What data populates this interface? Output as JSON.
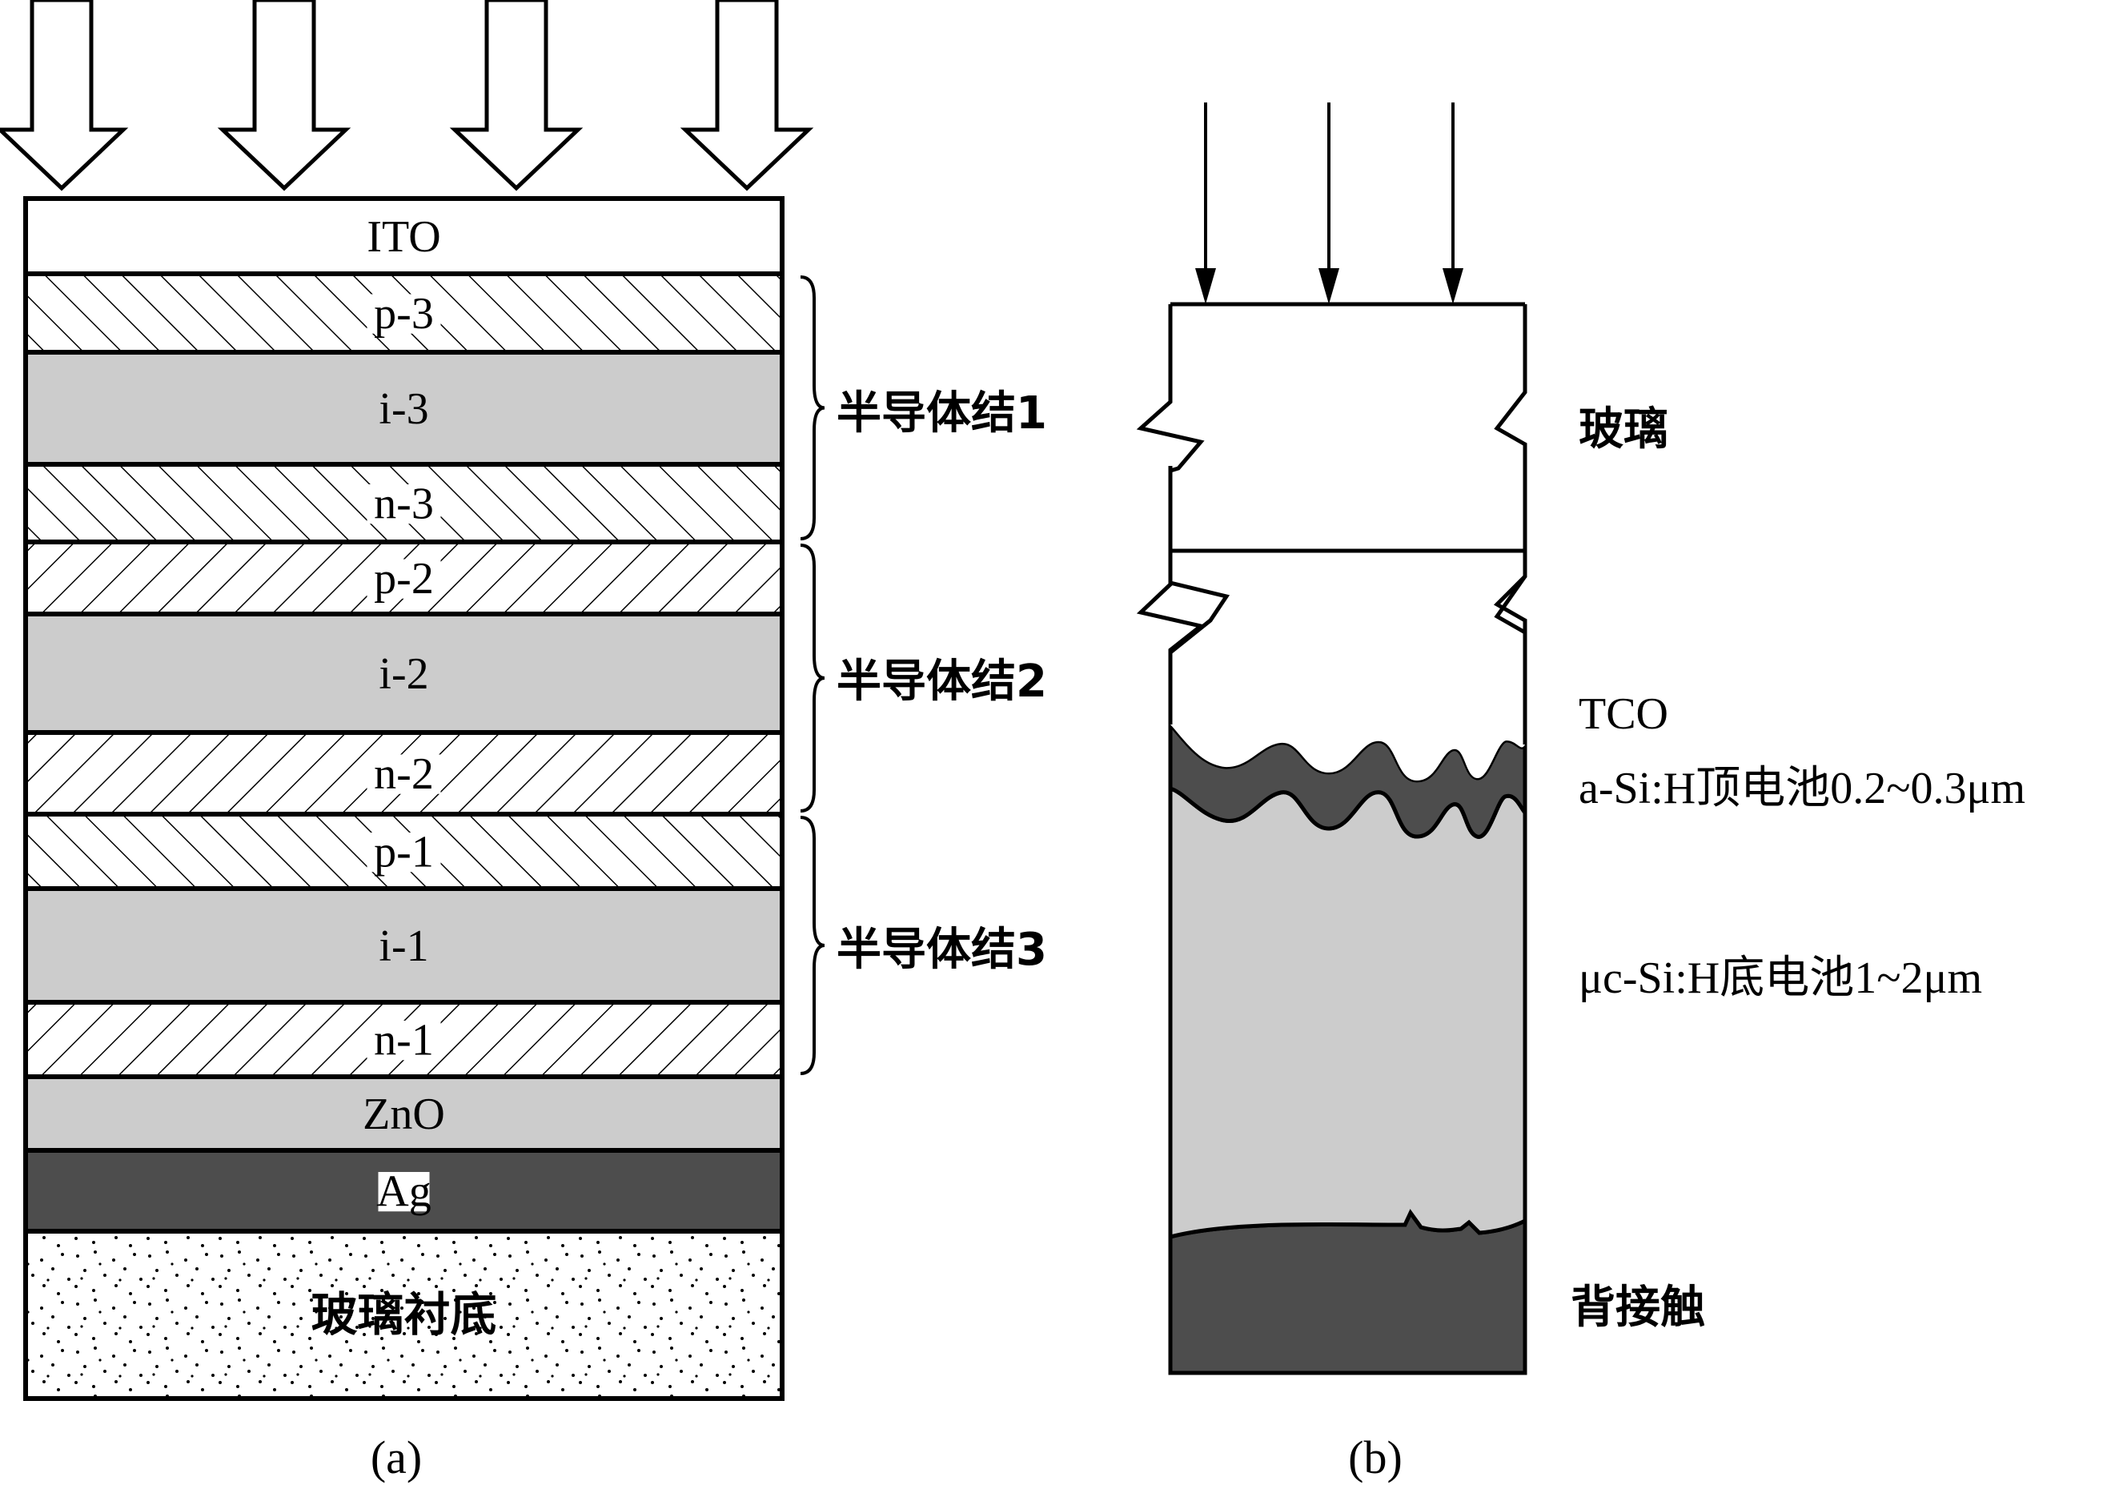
{
  "panel_a": {
    "caption": "(a)",
    "layers": [
      {
        "label": "ITO",
        "fill": "plain"
      },
      {
        "label": "p-3",
        "fill": "hatch"
      },
      {
        "label": "i-3",
        "fill": "gray"
      },
      {
        "label": "n-3",
        "fill": "hatch"
      },
      {
        "label": "p-2",
        "fill": "hatch-reverse"
      },
      {
        "label": "i-2",
        "fill": "gray"
      },
      {
        "label": "n-2",
        "fill": "hatch-reverse"
      },
      {
        "label": "p-1",
        "fill": "hatch"
      },
      {
        "label": "i-1",
        "fill": "gray"
      },
      {
        "label": "n-1",
        "fill": "hatch-reverse"
      },
      {
        "label": "ZnO",
        "fill": "gray"
      },
      {
        "label": "Ag",
        "fill": "dark"
      },
      {
        "label": "玻璃衬底",
        "fill": "dots"
      }
    ],
    "junctions": [
      "半导体结1",
      "半导体结2",
      "半导体结3"
    ]
  },
  "panel_b": {
    "caption": "(b)",
    "labels": {
      "glass": "玻璃",
      "tco": "TCO",
      "top_cell": "a-Si:H顶电池0.2~0.3μm",
      "bottom_cell": "μc-Si:H底电池1~2μm",
      "back_contact": "背接触"
    }
  },
  "colors": {
    "gray": "#cccccc",
    "dark": "#4d4d4d",
    "line": "#000000"
  }
}
